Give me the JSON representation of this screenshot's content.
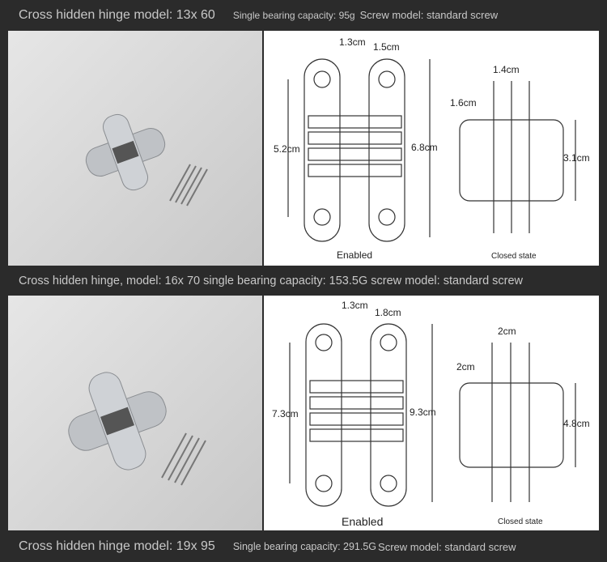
{
  "sections": [
    {
      "header": {
        "model": "Cross hidden hinge model: 13x 60",
        "capacity": "Single bearing capacity: 95g",
        "screw": "Screw model: standard screw"
      },
      "dims": {
        "top_left": "1.3cm",
        "top_right": "1.5cm",
        "inner_height": "5.2cm",
        "total_height": "6.8cm",
        "closed_width": "1.4cm",
        "closed_offset": "1.6cm",
        "closed_height": "3.1cm"
      },
      "labels": {
        "open": "Enabled",
        "closed": "Closed state"
      }
    },
    {
      "header": {
        "full": "Cross hidden hinge, model: 16x 70 single bearing capacity: 153.5G screw model: standard screw"
      },
      "dims": {
        "top_left": "1.3cm",
        "top_right": "1.8cm",
        "inner_height": "7.3cm",
        "total_height": "9.3cm",
        "closed_width": "2cm",
        "closed_offset": "2cm",
        "closed_height": "4.8cm"
      },
      "labels": {
        "open": "Enabled",
        "closed": "Closed state"
      }
    },
    {
      "header": {
        "model": "Cross hidden hinge model: 19x 95",
        "capacity": "Single bearing capacity: 291.5G",
        "screw": "Screw model: standard screw"
      }
    }
  ]
}
